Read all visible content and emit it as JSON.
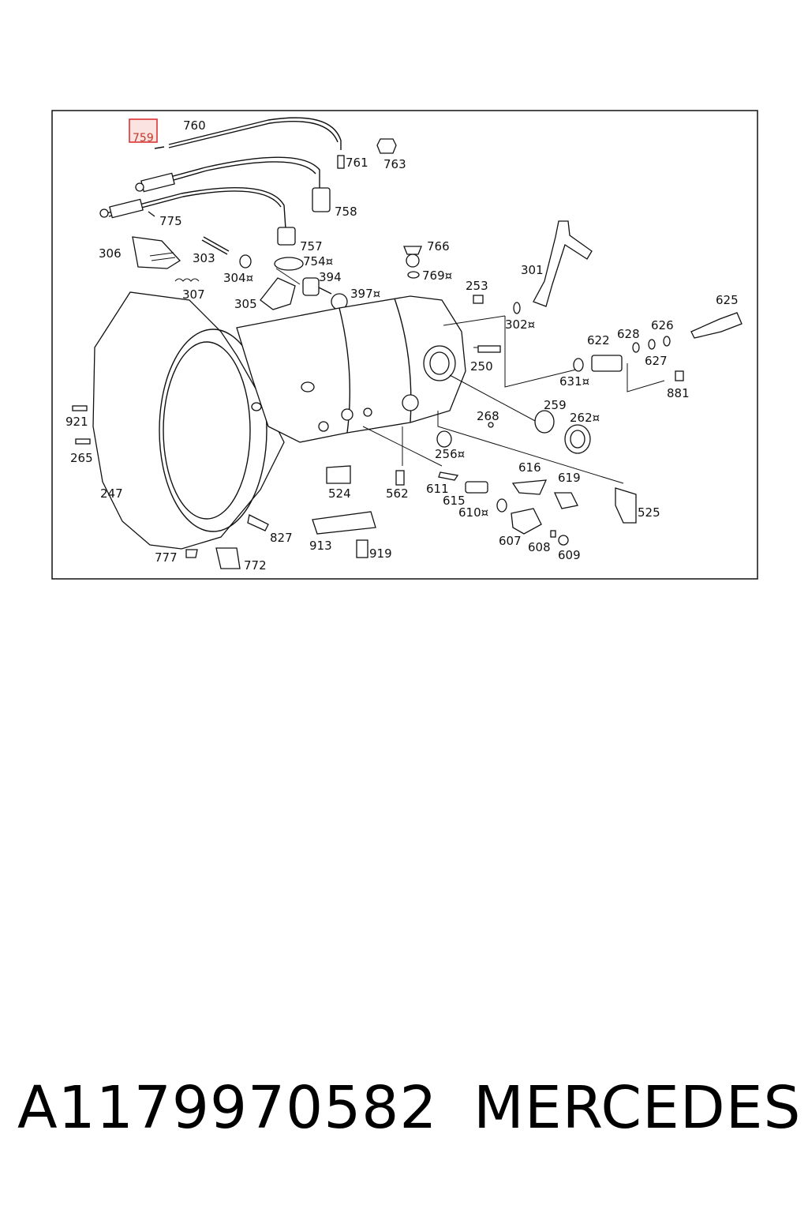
{
  "diagram": {
    "highlighted_part": "759",
    "part_labels": [
      "760",
      "759",
      "761",
      "763",
      "775",
      "758",
      "757",
      "306",
      "303",
      "754¤",
      "766",
      "304¤",
      "394",
      "769¤",
      "307",
      "305",
      "397¤",
      "253",
      "301",
      "625",
      "302¤",
      "626",
      "628",
      "622",
      "627",
      "250",
      "631¤",
      "881",
      "921",
      "268",
      "259",
      "262¤",
      "265",
      "256¤",
      "616",
      "619",
      "247",
      "611",
      "524",
      "562",
      "615",
      "610¤",
      "525",
      "607",
      "608",
      "827",
      "913",
      "919",
      "609",
      "777",
      "772"
    ]
  },
  "footer": {
    "part_number": "A1179970582",
    "brand": "MERCEDES"
  }
}
